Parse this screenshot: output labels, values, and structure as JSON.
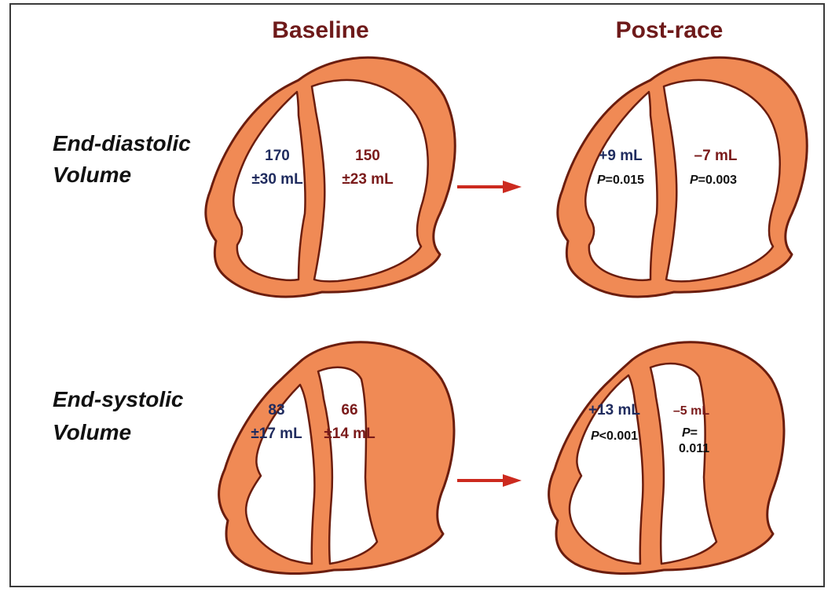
{
  "columns": {
    "baseline": "Baseline",
    "post_race": "Post-race"
  },
  "rows": {
    "end_diastolic": {
      "line1": "End-diastolic",
      "line2": "Volume"
    },
    "end_systolic": {
      "line1": "End-systolic",
      "line2": "Volume"
    }
  },
  "end_diastolic": {
    "baseline": {
      "lv": {
        "value": "170",
        "sd": "±30 mL"
      },
      "rv": {
        "value": "150",
        "sd": "±23 mL"
      }
    },
    "post_race": {
      "lv": {
        "change": "+9 mL",
        "p_prefix": "P",
        "p_value": "=0.015"
      },
      "rv": {
        "change": "–7 mL",
        "p_prefix": "P",
        "p_value": "=0.003"
      }
    }
  },
  "end_systolic": {
    "baseline": {
      "lv": {
        "value": "83",
        "sd": "±17 mL"
      },
      "rv": {
        "value": "66",
        "sd": "±14 mL"
      }
    },
    "post_race": {
      "lv": {
        "change": "+13 mL",
        "p_prefix": "P",
        "p_value": "<0.001"
      },
      "rv": {
        "change": "–5 mL",
        "p_prefix": "P",
        "p_value": "=",
        "p_value2": "0.011"
      }
    }
  },
  "colors": {
    "myocardium": "#f08a55",
    "outline": "#6b1d0e",
    "arrow": "#cc2a1f",
    "title": "#6e1a1a",
    "lv_text": "#1f2b5e",
    "rv_text": "#7a1a1a"
  }
}
